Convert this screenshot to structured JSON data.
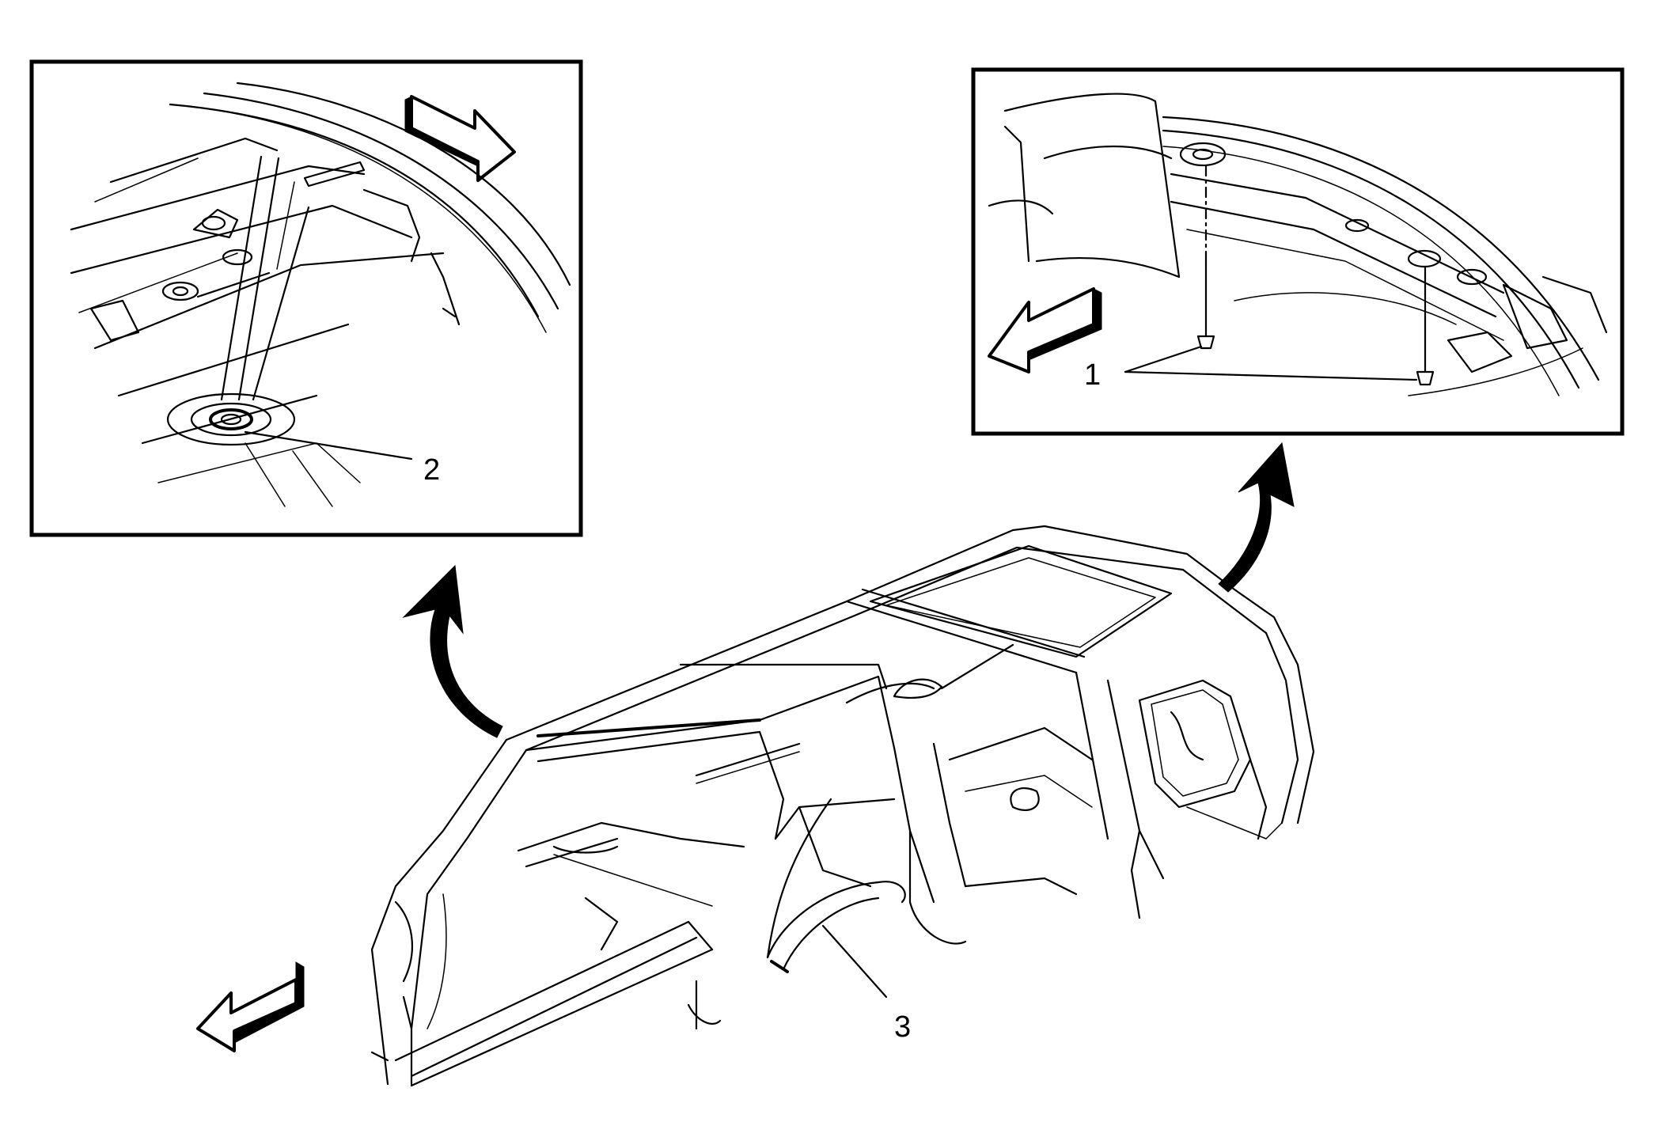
{
  "callouts": {
    "one": "1",
    "two": "2",
    "three": "3"
  },
  "colors": {
    "line": "#000000",
    "background": "#ffffff"
  },
  "icons": [
    "direction-arrow-icon",
    "curved-zoom-arrow-icon"
  ]
}
